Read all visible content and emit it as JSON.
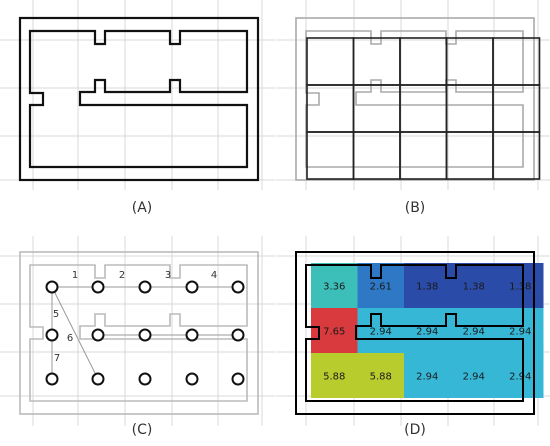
{
  "panels": {
    "a": {
      "caption": "(A)"
    },
    "b": {
      "caption": "(B)"
    },
    "c": {
      "caption": "(C)",
      "edge_labels": [
        "1",
        "2",
        "3",
        "4",
        "5",
        "6",
        "7"
      ]
    },
    "d": {
      "caption": "(D)",
      "cells": [
        [
          "3.36",
          "2.61",
          "1.38",
          "1.38",
          "1.38"
        ],
        [
          "7.65",
          "2.94",
          "2.94",
          "2.94",
          "2.94"
        ],
        [
          "5.88",
          "5.88",
          "2.94",
          "2.94",
          "2.94"
        ]
      ],
      "cell_colors": [
        [
          "#3dbfb9",
          "#2f78c6",
          "#2b4ba8",
          "#2b4ba8",
          "#2b4ba8"
        ],
        [
          "#d83a3e",
          "#37b7d6",
          "#37b7d6",
          "#37b7d6",
          "#37b7d6"
        ],
        [
          "#b9cc2e",
          "#b9cc2e",
          "#37b7d6",
          "#37b7d6",
          "#37b7d6"
        ]
      ]
    }
  }
}
